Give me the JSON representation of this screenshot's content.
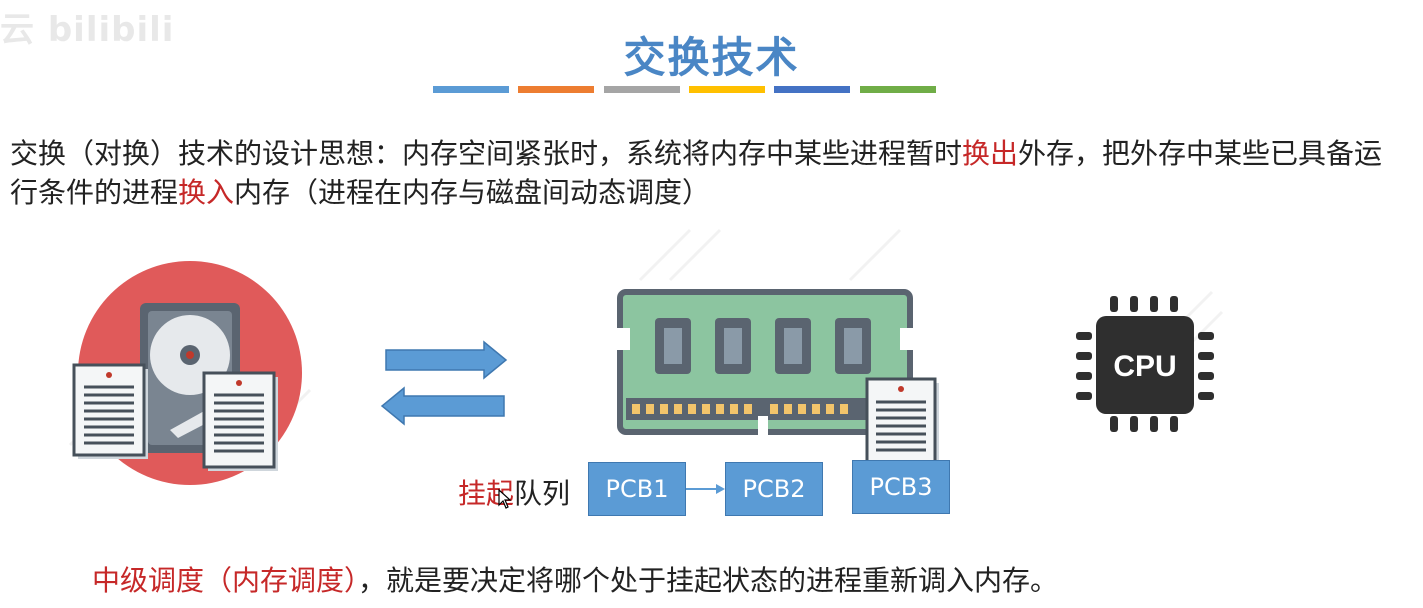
{
  "watermark": "云 bilibili",
  "title": "交换技术",
  "accent_bars": [
    "#5b9bd5",
    "#ed7d31",
    "#a5a5a5",
    "#ffc000",
    "#4472c4",
    "#70ad47"
  ],
  "intro": {
    "part1": "交换（对换）技术的设计思想：内存空间紧张时，系统将内存中某些进程暂时",
    "swap_out": "换出",
    "part2": "外存，把外存中某些已具备运行条件的进程",
    "swap_in": "换入",
    "part3": "内存（进程在内存与磁盘间动态调度）"
  },
  "cpu_label": "CPU",
  "queue": {
    "label_highlight": "挂起",
    "label_rest": "队列",
    "items": [
      "PCB1",
      "PCB2",
      "PCB3"
    ]
  },
  "summary": {
    "highlight": "中级调度（内存调度）",
    "rest": "，就是要决定将哪个处于挂起状态的进程重新调入内存。"
  },
  "colors": {
    "title": "#4a86c5",
    "highlight": "#c62828",
    "pcb": "#5b9bd5",
    "ram_board": "#8cc5a0",
    "cpu": "#2f2f2f"
  }
}
